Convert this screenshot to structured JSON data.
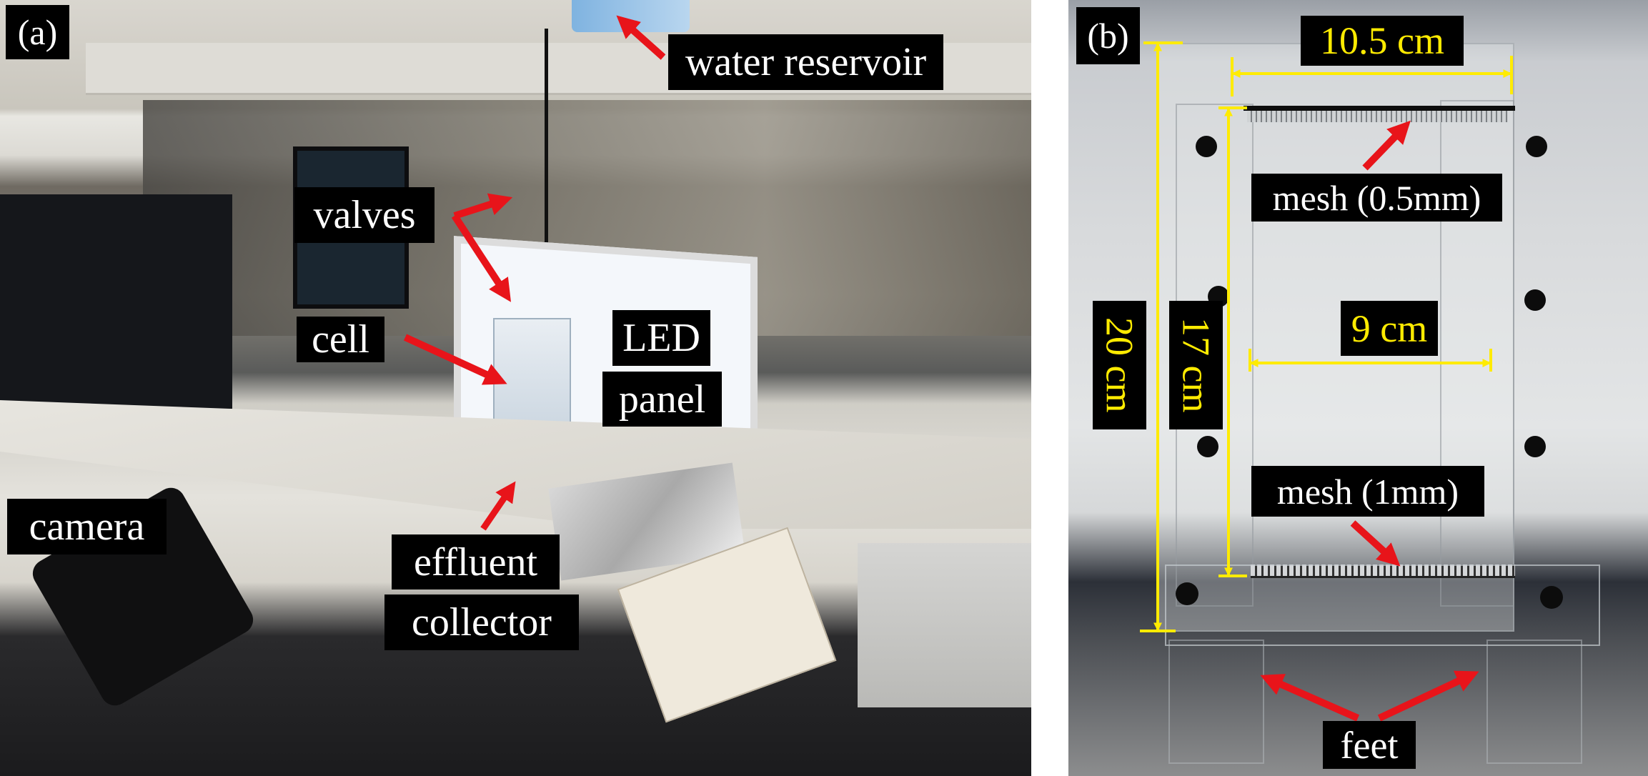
{
  "figure": {
    "panel_a": {
      "tag": "(a)",
      "labels": {
        "water_reservoir": "water reservoir",
        "valves": "valves",
        "cell": "cell",
        "led_line1": "LED",
        "led_line2": "panel",
        "camera": "camera",
        "effluent_line1": "effluent",
        "effluent_line2": "collector"
      }
    },
    "panel_b": {
      "tag": "(b)",
      "dimensions": {
        "top_width": "10.5 cm",
        "inner_width": "9 cm",
        "total_height": "20 cm",
        "inner_height": "17 cm"
      },
      "labels": {
        "mesh_top": "mesh (0.5mm)",
        "mesh_bottom": "mesh (1mm)",
        "feet": "feet"
      }
    },
    "colors": {
      "arrow": "#e8141a",
      "dimension": "#ffeb00",
      "label_bg": "#000000",
      "label_text": "#ffffff"
    }
  }
}
